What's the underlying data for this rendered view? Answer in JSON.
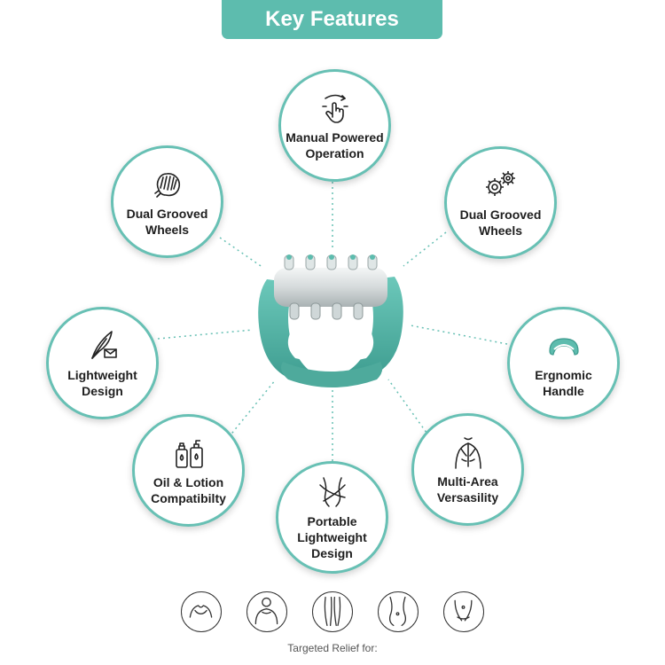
{
  "header": {
    "title": "Key Features"
  },
  "features": [
    {
      "label": "Manual Powered\nOperation",
      "icon": "touch-swipe-icon"
    },
    {
      "label": "Dual Grooved\nWheels",
      "icon": "grooved-roller-icon"
    },
    {
      "label": "Dual Grooved\nWheels",
      "icon": "gears-icon"
    },
    {
      "label": "Lightweight\nDesign",
      "icon": "feather-icon"
    },
    {
      "label": "Ergnomic\nHandle",
      "icon": "handle-icon"
    },
    {
      "label": "Oil & Lotion\nCompatibilty",
      "icon": "bottles-icon"
    },
    {
      "label": "Multi-Area\nVersasility",
      "icon": "back-muscles-icon"
    },
    {
      "label": "Portable\nLightweight\nDesign",
      "icon": "body-figure-icon"
    }
  ],
  "relief": {
    "caption": "Targeted Relief for:",
    "icons": [
      "shoulders-icon",
      "upper-body-icon",
      "legs-icon",
      "waist-icon",
      "hips-icon"
    ]
  },
  "colors": {
    "accent": "#5dbcae",
    "circle_border": "#67c0b4",
    "text": "#1e1e1e"
  }
}
